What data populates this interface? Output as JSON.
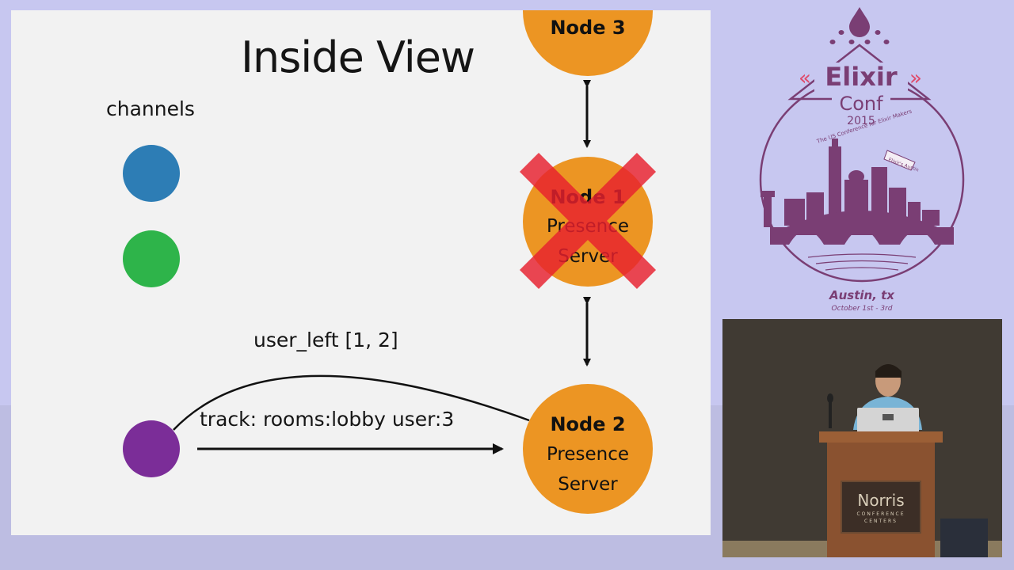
{
  "slide": {
    "title": "Inside View",
    "channels_label": "channels",
    "nodes": {
      "node3": {
        "title": "Node 3"
      },
      "node1": {
        "title": "Node 1",
        "line1": "Presence",
        "line2": "Server",
        "status": "crossed-out"
      },
      "node2": {
        "title": "Node 2",
        "line1": "Presence",
        "line2": "Server"
      }
    },
    "messages": {
      "user_left": "user_left [1, 2]",
      "track": "track: rooms:lobby user:3"
    }
  },
  "conference_logo": {
    "name_line1": "Elixir",
    "name_line2": "Conf",
    "year": "2015",
    "tagline": "The US Conference for Elixir Makers",
    "banner": "Elixir's Austin",
    "city": "Austin, tx",
    "dates": "October 1st - 3rd"
  },
  "video": {
    "podium_sign_line1": "Norris",
    "podium_sign_line2": "CONFERENCE",
    "podium_sign_line3": "CENTERS"
  },
  "colors": {
    "background": "#c7c7f0",
    "slide_bg": "#f2f2f2",
    "node_orange": "#ec9523",
    "channel_blue": "#2d7db5",
    "channel_green": "#2eb44a",
    "channel_purple": "#7b2d98",
    "cross_red": "#e8202e",
    "logo_purple": "#7a3e74"
  }
}
